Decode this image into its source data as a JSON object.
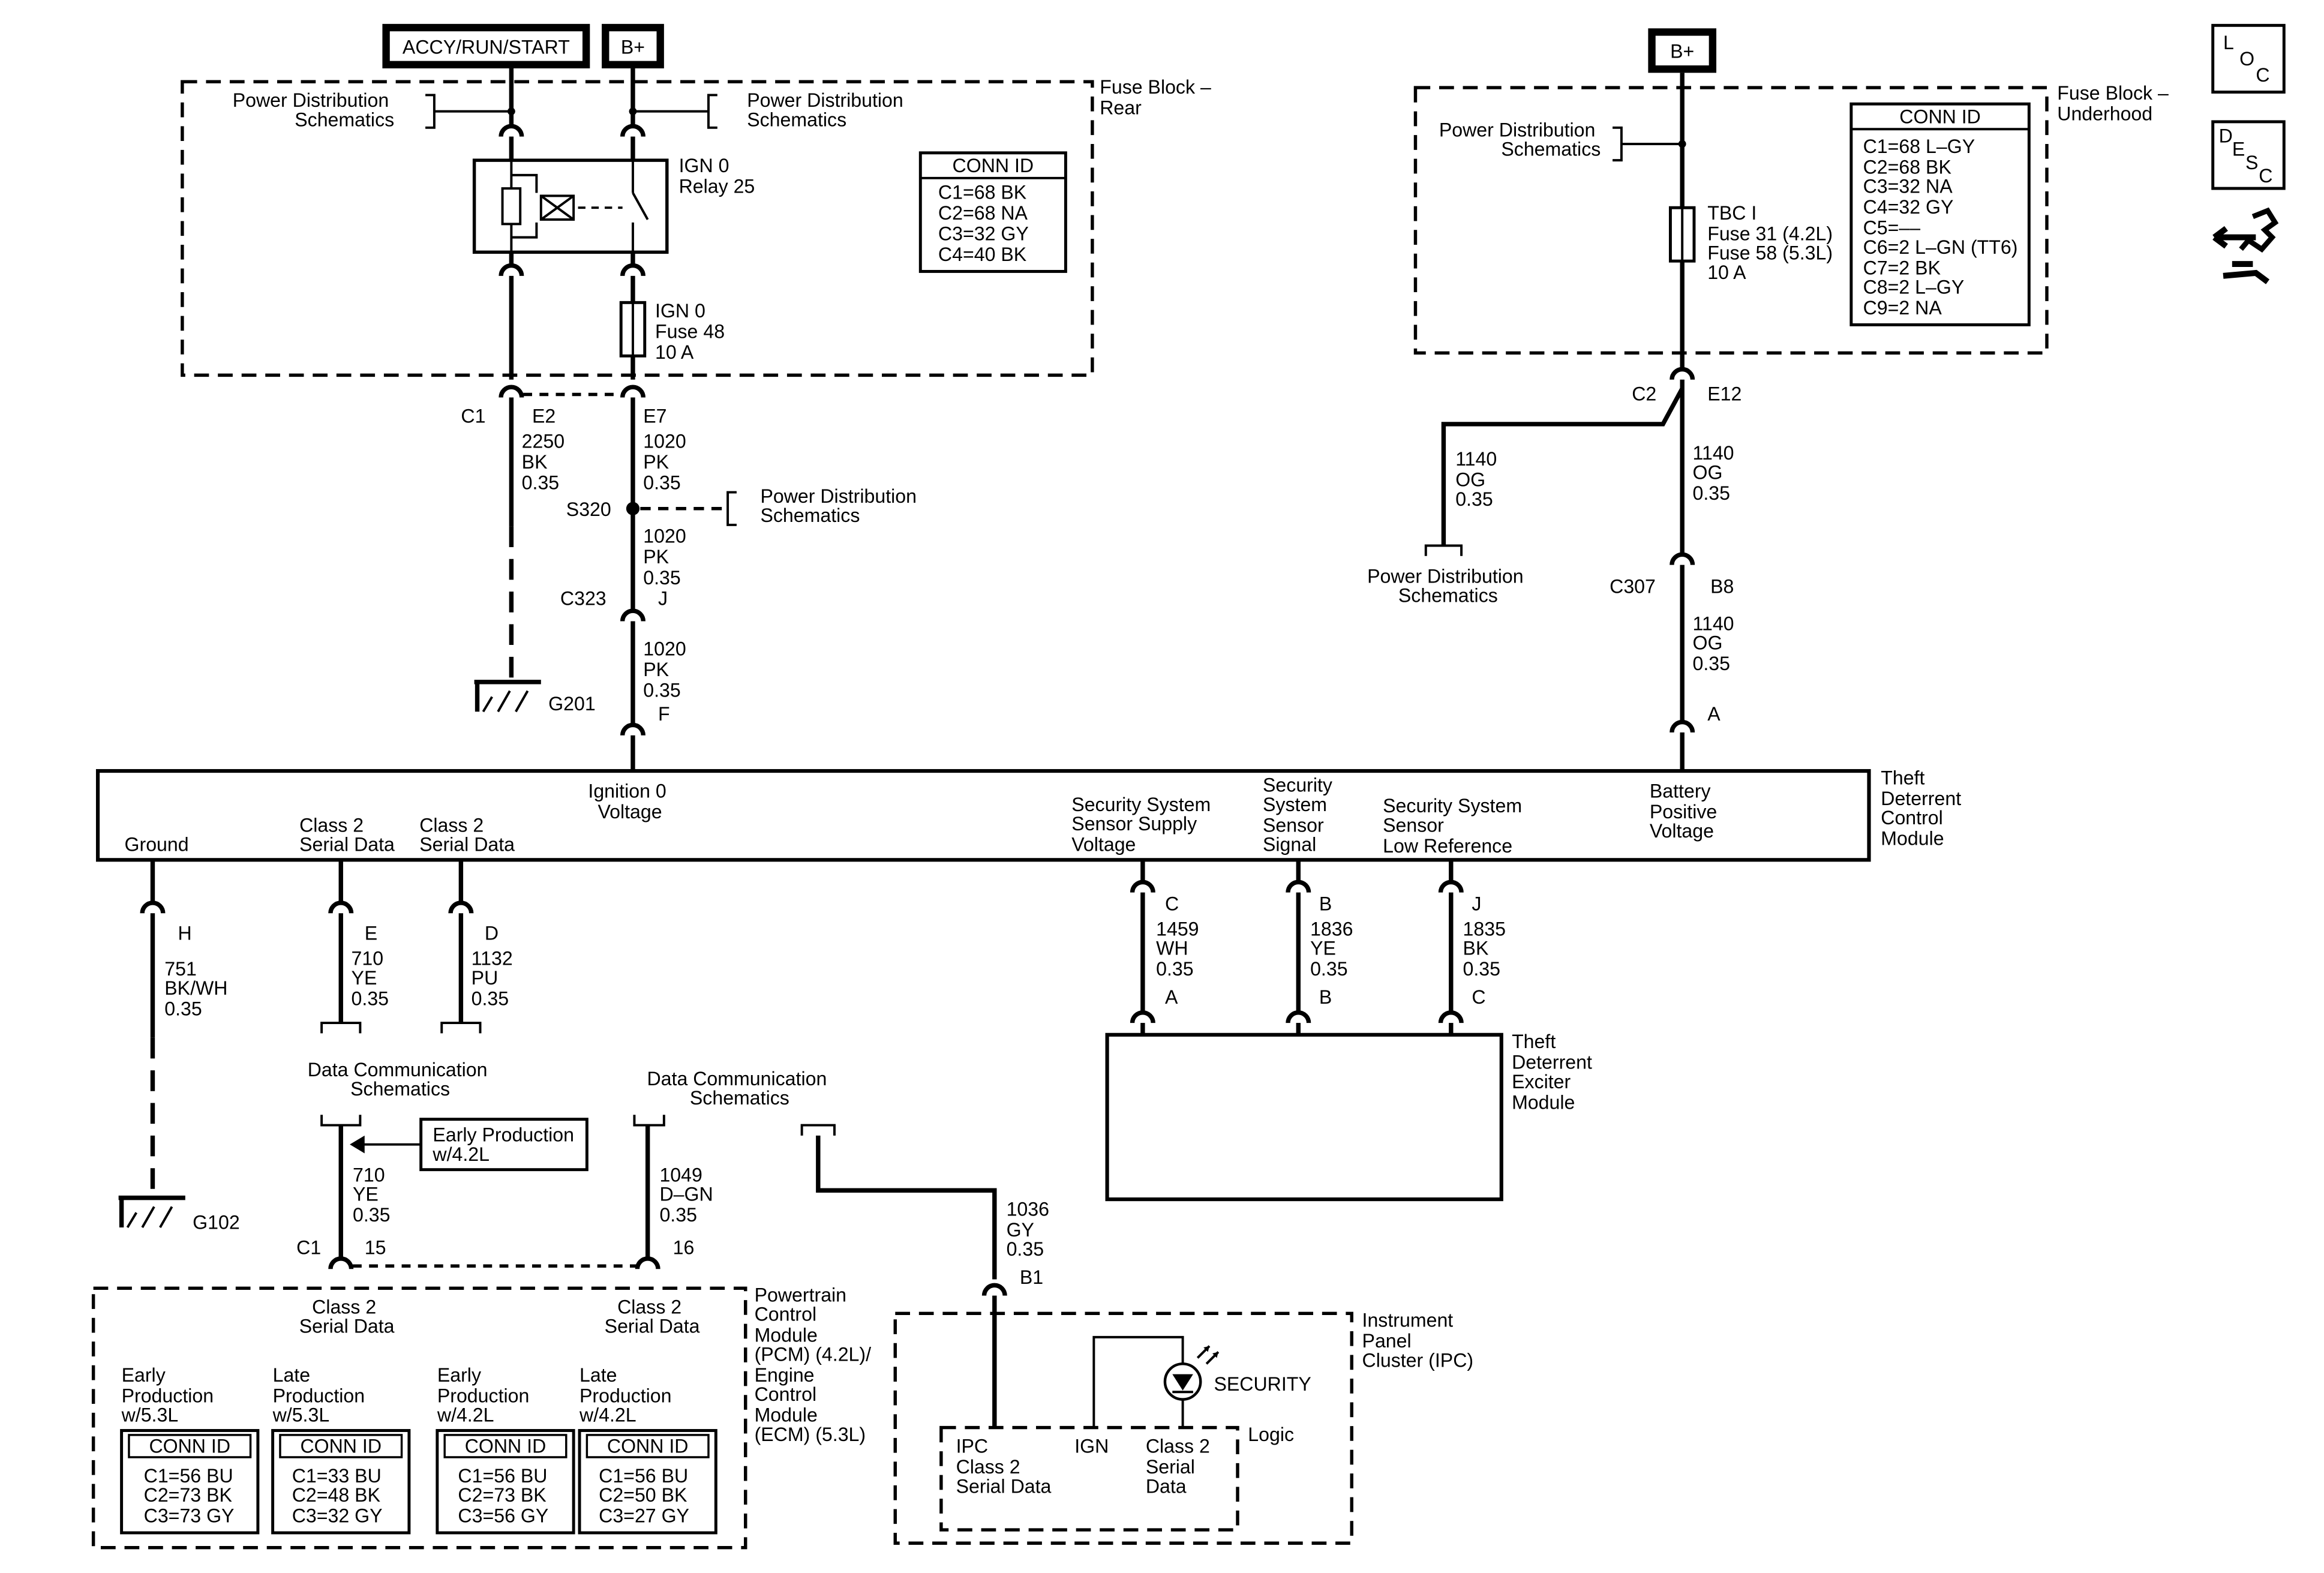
{
  "power": {
    "accy_run_start": "ACCY/RUN/START",
    "b_plus_left": "B+",
    "b_plus_right": "B+"
  },
  "fuse_block_rear": {
    "title": [
      "Fuse Block –",
      "Rear"
    ],
    "pds_left": [
      "Power Distribution",
      "Schematics"
    ],
    "pds_right": [
      "Power Distribution",
      "Schematics"
    ],
    "relay": [
      "IGN 0",
      "Relay 25"
    ],
    "fuse": [
      "IGN 0",
      "Fuse 48",
      "10 A"
    ],
    "conn_id": {
      "header": "CONN ID",
      "rows": [
        "C1=68 BK",
        "C2=68 NA",
        "C3=32 GY",
        "C4=40 BK"
      ]
    }
  },
  "fuse_block_underhood": {
    "title": [
      "Fuse Block –",
      "Underhood"
    ],
    "pds": [
      "Power Distribution",
      "Schematics"
    ],
    "fuse": [
      "TBC I",
      "Fuse 31 (4.2L)",
      "Fuse 58 (5.3L)",
      "10 A"
    ],
    "conn_id": {
      "header": "CONN ID",
      "rows": [
        "C1=68 L–GY",
        "C2=68 BK",
        "C3=32 NA",
        "C4=32 GY",
        "C5=––",
        "C6=2 L–GN (TT6)",
        "C7=2 BK",
        "C8=2 L–GY",
        "C9=2 NA"
      ]
    }
  },
  "icons": {
    "loc": [
      "L",
      "O",
      "C"
    ],
    "desc": [
      "D",
      "E",
      "S",
      "C"
    ]
  },
  "connectors": {
    "c1": "C1",
    "e2": "E2",
    "e7": "E7",
    "s320": "S320",
    "c323": "C323",
    "j": "J",
    "f": "F",
    "g201": "G201",
    "c2": "C2",
    "e12": "E12",
    "c307": "C307",
    "b8": "B8",
    "a": "A",
    "h": "H",
    "e": "E",
    "d": "D",
    "c": "C",
    "b": "B",
    "j2": "J",
    "ex_a": "A",
    "ex_b": "B",
    "ex_c": "C",
    "g102": "G102",
    "c1b": "C1",
    "p15": "15",
    "p16": "16",
    "b1": "B1"
  },
  "wires": {
    "w2250": [
      "2250",
      "BK",
      "0.35"
    ],
    "w1020a": [
      "1020",
      "PK",
      "0.35"
    ],
    "w1020b": [
      "1020",
      "PK",
      "0.35"
    ],
    "w1020c": [
      "1020",
      "PK",
      "0.35"
    ],
    "w1140a": [
      "1140",
      "OG",
      "0.35"
    ],
    "w1140b": [
      "1140",
      "OG",
      "0.35"
    ],
    "w1140c": [
      "1140",
      "OG",
      "0.35"
    ],
    "w751": [
      "751",
      "BK/WH",
      "0.35"
    ],
    "w710a": [
      "710",
      "YE",
      "0.35"
    ],
    "w1132": [
      "1132",
      "PU",
      "0.35"
    ],
    "w1459": [
      "1459",
      "WH",
      "0.35"
    ],
    "w1836": [
      "1836",
      "YE",
      "0.35"
    ],
    "w1835": [
      "1835",
      "BK",
      "0.35"
    ],
    "w710b": [
      "710",
      "YE",
      "0.35"
    ],
    "w1049": [
      "1049",
      "D–GN",
      "0.35"
    ],
    "w1036": [
      "1036",
      "GY",
      "0.35"
    ]
  },
  "misc": {
    "pds_s320": [
      "Power Distribution",
      "Schematics"
    ],
    "pds_c2": [
      "Power Distribution",
      "Schematics"
    ],
    "dcs_left": [
      "Data Communication",
      "Schematics"
    ],
    "dcs_right": [
      "Data Communication",
      "Schematics"
    ],
    "early_production": [
      "Early Production",
      "w/4.2L"
    ]
  },
  "tdcm": {
    "title": [
      "Theft",
      "Deterrent",
      "Control",
      "Module"
    ],
    "ground": "Ground",
    "class2_e": [
      "Class 2",
      "Serial Data"
    ],
    "class2_d": [
      "Class 2",
      "Serial Data"
    ],
    "ign0": [
      "Ignition 0",
      "Voltage"
    ],
    "sss_supply": [
      "Security System",
      "Sensor Supply",
      "Voltage"
    ],
    "sss_signal": [
      "Security",
      "System",
      "Sensor",
      "Signal"
    ],
    "sss_lowref": [
      "Security System",
      "Sensor",
      "Low Reference"
    ],
    "battery": [
      "Battery",
      "Positive",
      "Voltage"
    ]
  },
  "exciter": {
    "title": [
      "Theft",
      "Deterrent",
      "Exciter",
      "Module"
    ]
  },
  "pcm": {
    "title": [
      "Powertrain",
      "Control",
      "Module",
      "(PCM) (4.2L)/",
      "Engine",
      "Control",
      "Module",
      "(ECM) (5.3L)"
    ],
    "class2_15": [
      "Class 2",
      "Serial Data"
    ],
    "class2_16": [
      "Class 2",
      "Serial Data"
    ],
    "tables": [
      {
        "label": [
          "Early",
          "Production",
          "w/5.3L"
        ],
        "header": "CONN ID",
        "rows": [
          "C1=56 BU",
          "C2=73 BK",
          "C3=73 GY"
        ]
      },
      {
        "label": [
          "Late",
          "Production",
          "w/5.3L"
        ],
        "header": "CONN ID",
        "rows": [
          "C1=33 BU",
          "C2=48 BK",
          "C3=32 GY"
        ]
      },
      {
        "label": [
          "Early",
          "Production",
          "w/4.2L"
        ],
        "header": "CONN ID",
        "rows": [
          "C1=56 BU",
          "C2=73 BK",
          "C3=56 GY"
        ]
      },
      {
        "label": [
          "Late",
          "Production",
          "w/4.2L"
        ],
        "header": "CONN ID",
        "rows": [
          "C1=56 BU",
          "C2=50 BK",
          "C3=27 GY"
        ]
      }
    ]
  },
  "ipc": {
    "title": [
      "Instrument",
      "Panel",
      "Cluster (IPC)"
    ],
    "security": "SECURITY",
    "logic": "Logic",
    "ipc_class2": [
      "IPC",
      "Class 2",
      "Serial Data"
    ],
    "ign": "IGN",
    "class2": [
      "Class 2",
      "Serial",
      "Data"
    ]
  }
}
